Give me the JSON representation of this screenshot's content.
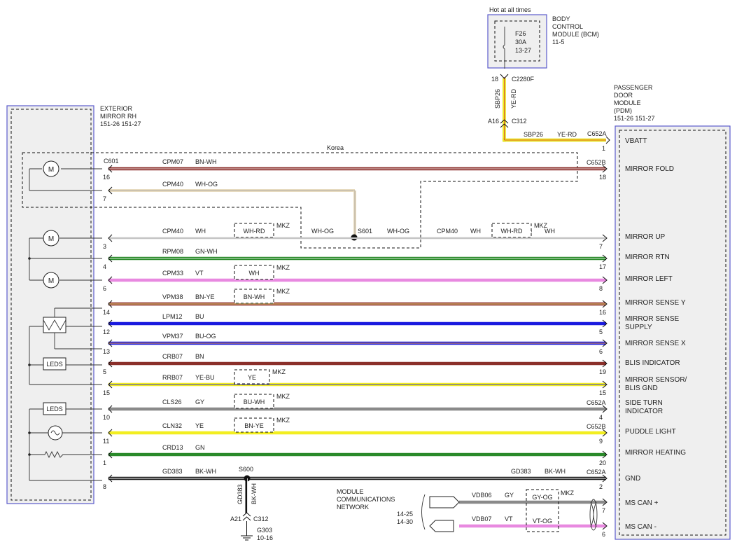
{
  "bcm": {
    "hot": "Hot at all times",
    "name": "BODY CONTROL MODULE (BCM)",
    "name_lines": [
      "BODY",
      "CONTROL",
      "MODULE (BCM)"
    ],
    "ref": "11-5",
    "fuse_name": "F26",
    "fuse_amp": "30A",
    "fuse_ref": "13-27",
    "pin": "18",
    "conn": "C2280F"
  },
  "feed": {
    "circuit": "SBP26",
    "color": "YE-RD",
    "inline_pin": "A16",
    "inline_conn": "C312",
    "circuit2": "SBP26",
    "color2": "YE-RD",
    "conn2": "C652A",
    "pin2": "1"
  },
  "mirror": {
    "name_lines": [
      "EXTERIOR",
      "MIRROR RH"
    ],
    "refs": "151-26  151-27",
    "conn": "C601"
  },
  "pdm": {
    "name_lines": [
      "PASSENGER",
      "DOOR",
      "MODULE",
      "(PDM)"
    ],
    "refs": "151-26  151-27"
  },
  "korea": "Korea",
  "splice601": "S601",
  "splice600": "S600",
  "ground": {
    "circuit": "GD383",
    "color": "BK-WH",
    "pin": "A21",
    "conn": "C312",
    "gnd": "G303",
    "ref": "10-16"
  },
  "mcn": {
    "lines": [
      "MODULE",
      "COMMUNICATIONS",
      "NETWORK"
    ],
    "refs": [
      "14-25",
      "14-30"
    ]
  },
  "labels": {
    "leds1": "LEDS",
    "leds2": "LEDS",
    "mkz": "MKZ"
  },
  "wires": [
    {
      "mpin": "16",
      "ppin": "18",
      "circuit": "CPM07",
      "color": "BN-WH",
      "pconn": "C652B",
      "label": "MIRROR FOLD"
    },
    {
      "mpin": "7",
      "circuit": "CPM40",
      "color": "WH-OG"
    },
    {
      "mpin": "3",
      "ppin": "7",
      "circuit": "CPM40",
      "color": "WH",
      "alt": "WH-RD",
      "mid1": "WH-OG",
      "mid2": "WH-OG",
      "circuit_r": "CPM40",
      "color_r": "WH",
      "alt_r": "WH-RD",
      "label": "MIRROR UP"
    },
    {
      "mpin": "4",
      "ppin": "17",
      "circuit": "RPM08",
      "color": "GN-WH",
      "label": "MIRROR RTN"
    },
    {
      "mpin": "6",
      "ppin": "8",
      "circuit": "CPM33",
      "color": "VT",
      "alt": "WH",
      "label": "MIRROR LEFT"
    },
    {
      "mpin": "14",
      "ppin": "16",
      "circuit": "VPM38",
      "color": "BN-YE",
      "alt": "BN-WH",
      "label": "MIRROR SENSE Y"
    },
    {
      "mpin": "12",
      "ppin": "5",
      "circuit": "LPM12",
      "color": "BU",
      "label": "MIRROR SENSE SUPPLY",
      "label_lines": [
        "MIRROR SENSE",
        "SUPPLY"
      ]
    },
    {
      "mpin": "13",
      "ppin": "6",
      "circuit": "VPM37",
      "color": "BU-OG",
      "label": "MIRROR SENSE X"
    },
    {
      "mpin": "5",
      "ppin": "19",
      "circuit": "CRB07",
      "color": "BN",
      "label": "BLIS INDICATOR"
    },
    {
      "mpin": "15",
      "ppin": "15",
      "circuit": "RRB07",
      "color": "YE-BU",
      "alt": "YE",
      "label": "MIRROR SENSOR/ BLIS GND",
      "label_lines": [
        "MIRROR SENSOR/",
        "BLIS GND"
      ]
    },
    {
      "mpin": "10",
      "ppin": "4",
      "circuit": "CLS26",
      "color": "GY",
      "alt": "BU-WH",
      "pconn": "C652A",
      "label": "SIDE TURN INDICATOR",
      "label_lines": [
        "SIDE TURN",
        "INDICATOR"
      ]
    },
    {
      "mpin": "11",
      "ppin": "9",
      "circuit": "CLN32",
      "color": "YE",
      "alt": "BN-YE",
      "pconn": "C652B",
      "label": "PUDDLE LIGHT"
    },
    {
      "mpin": "1",
      "ppin": "20",
      "circuit": "CRD13",
      "color": "GN",
      "label": "MIRROR HEATING"
    },
    {
      "mpin": "8",
      "ppin": "2",
      "circuit": "GD383",
      "color": "BK-WH",
      "circuit_r": "GD383",
      "color_r": "BK-WH",
      "pconn": "C652A",
      "label": "GND"
    },
    {
      "ppin": "7",
      "circuit": "VDB06",
      "color": "GY",
      "alt": "GY-OG",
      "label": "MS CAN +"
    },
    {
      "ppin": "6",
      "circuit": "VDB07",
      "color": "VT",
      "alt": "VT-OG",
      "label": "MS CAN -"
    }
  ],
  "vbatt": "VBATT",
  "colors": {
    "bn": "#8b2f2a",
    "gn": "#2a8a2a",
    "vt": "#e889e0",
    "bu": "#1a1adf",
    "ye": "#f2ee20",
    "gy": "#8a8a8a",
    "bk": "#1a1a1a",
    "wh": "#ffffff",
    "box_border": "#5a5acc",
    "box_fill": "#efefef"
  }
}
